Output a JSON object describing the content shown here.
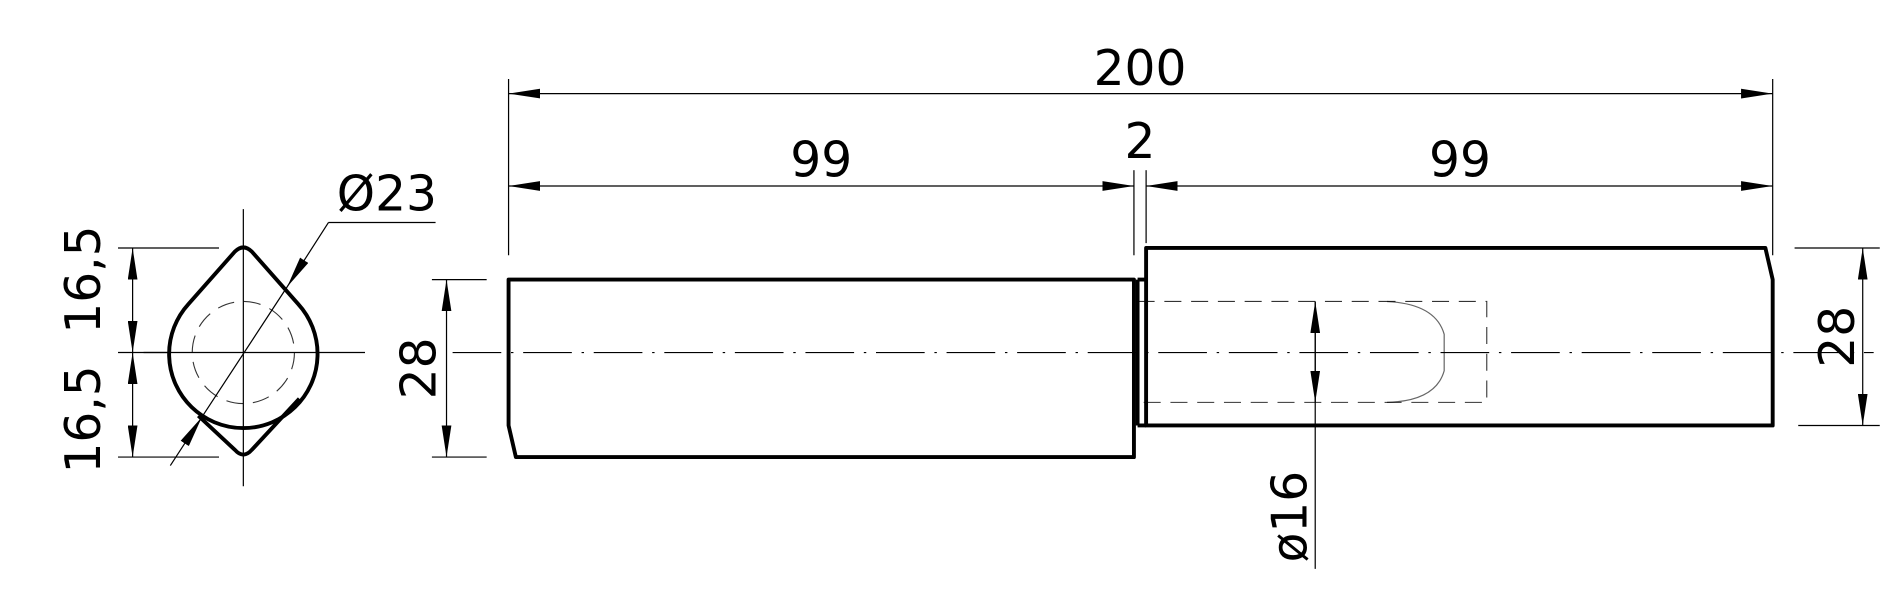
{
  "dimensions": {
    "overall_length": "200",
    "left_length": "99",
    "collar_width": "2",
    "right_length": "99",
    "left_diameter": "28",
    "right_diameter": "28",
    "hole_diameter": "ø16",
    "end_view_diameter": "Ø23",
    "end_view_upper": "16,5",
    "end_view_lower": "16,5"
  },
  "colors": {
    "line": "#000000",
    "background": "#ffffff"
  }
}
